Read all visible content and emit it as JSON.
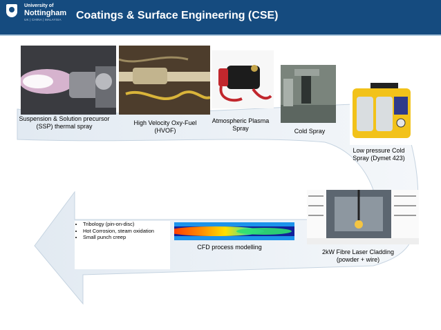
{
  "header": {
    "logo_line1": "University of",
    "logo_line2": "Nottingham",
    "logo_line3": "UK | CHINA | MALAYSIA",
    "title": "Coatings & Surface Engineering (CSE)"
  },
  "processes": {
    "ssp": "Suspension & Solution precursor (SSP) thermal spray",
    "hvof": "High Velocity Oxy-Fuel (HVOF)",
    "aps": "Atmospheric Plasma Spray",
    "cold_spray": "Cold Spray",
    "low_pressure_cold_spray": "Low pressure Cold Spray (Dymet 423)",
    "laser_cladding": "2kW Fibre Laser Cladding (powder + wire)",
    "cfd": "CFD process modelling"
  },
  "testing": {
    "items": [
      "Tribology (pin-on-disc)",
      "Hot Corrosion, steam oxidation",
      "Small punch creep"
    ]
  },
  "colors": {
    "header": "#154b7f",
    "arrow_fill": "#e9eff5",
    "arrow_stroke": "#c5d3e0"
  }
}
